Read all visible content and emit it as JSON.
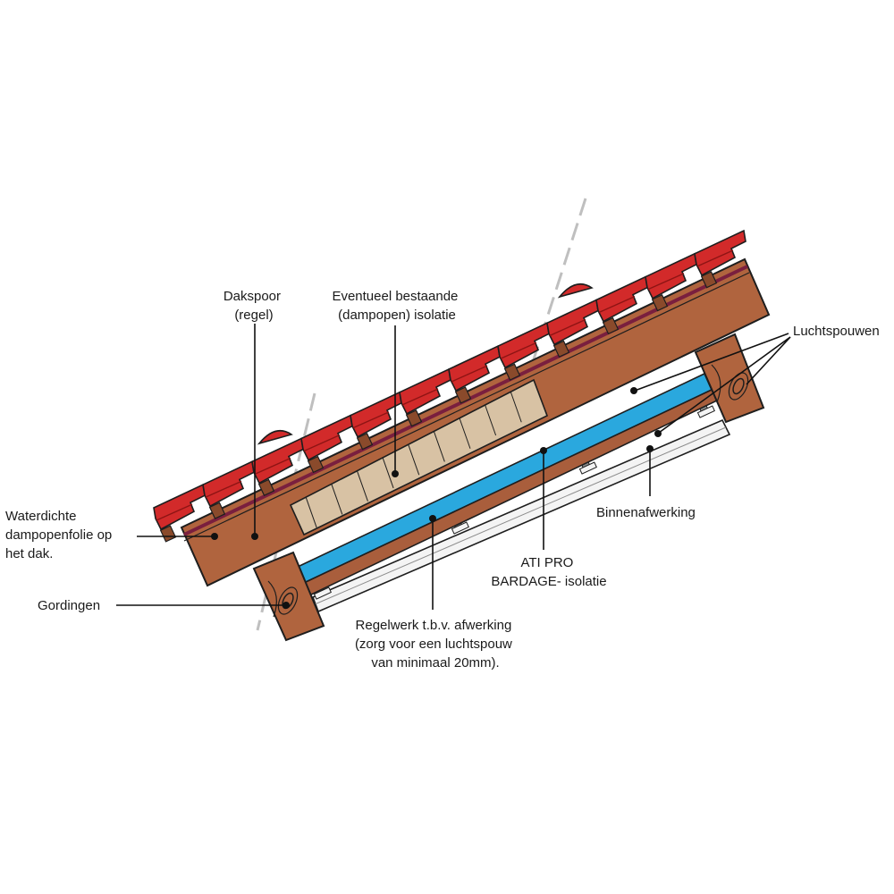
{
  "colors": {
    "tile": "#d22a2a",
    "tile_shadow": "#8e1414",
    "outline": "#1e1e1e",
    "wood": "#b0643e",
    "wood_dark": "#8a4a2b",
    "membrane": "#7a1f3e",
    "old_insulation": "#d8c2a4",
    "ati_insulation": "#2aa8de",
    "air_gap_panel": "#a95e3c",
    "finish": "#f4f4f4",
    "bracket": "#8c8c8c",
    "cut_line": "#bfbfbf"
  },
  "labels": {
    "dakspoor": [
      "Dakspoor",
      "(regel)"
    ],
    "eventueel": [
      "Eventueel bestaande",
      "(dampopen) isolatie"
    ],
    "luchtspouwen": [
      "Luchtspouwen"
    ],
    "waterdichte": [
      "Waterdichte",
      "dampopenfolie op",
      "het dak."
    ],
    "gordingen": [
      "Gordingen"
    ],
    "binnenafwerking": [
      "Binnenafwerking"
    ],
    "ati_pro": [
      "ATI PRO",
      "BARDAGE- isolatie"
    ],
    "regelwerk": [
      "Regelwerk t.b.v. afwerking",
      "(zorg voor een luchtspouw",
      "van minimaal 20mm)."
    ]
  }
}
